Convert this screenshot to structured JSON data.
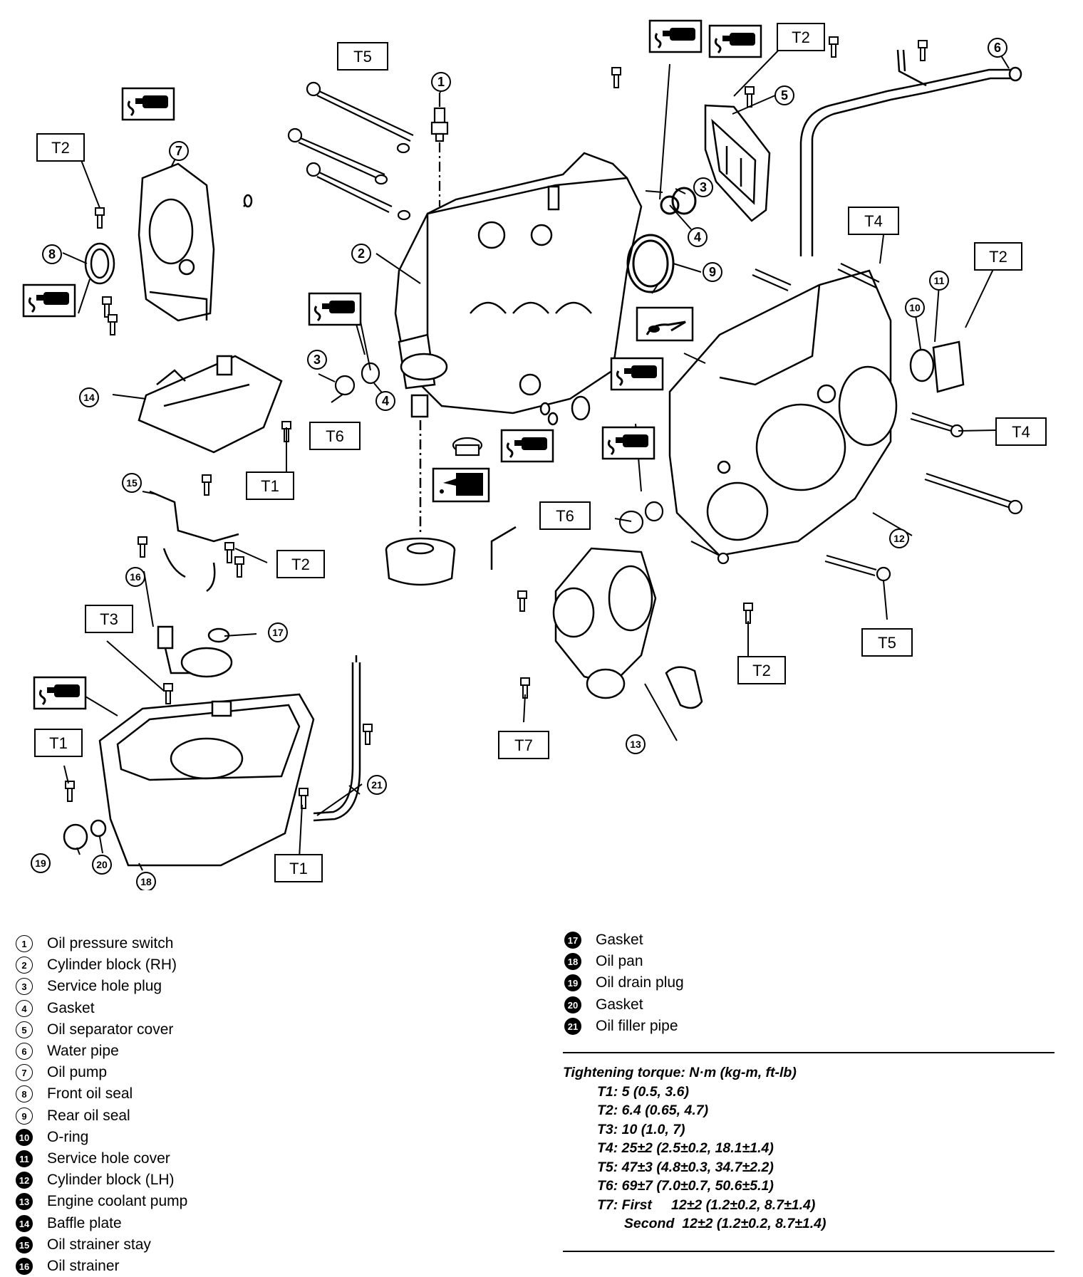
{
  "callouts": {
    "c1": "1",
    "c2": "2",
    "c3a": "3",
    "c3b": "3",
    "c4a": "4",
    "c4b": "4",
    "c5": "5",
    "c6": "6",
    "c7": "7",
    "c8": "8",
    "c9": "9",
    "c10": "10",
    "c11": "11",
    "c12": "12",
    "c13": "13",
    "c14": "14",
    "c15": "15",
    "c16": "16",
    "c17": "17",
    "c18": "18",
    "c19": "19",
    "c20": "20",
    "c21": "21"
  },
  "torque_boxes": {
    "t5_top": "T5",
    "t2_top": "T2",
    "t2_left": "T2",
    "t4_top": "T4",
    "t2_right": "T2",
    "t6_left": "T6",
    "t4_right": "T4",
    "t1_mid": "T1",
    "t6_mid": "T6",
    "t2_mid": "T2",
    "t3": "T3",
    "t1_left": "T1",
    "t1_bottom": "T1",
    "t7": "T7",
    "t2_bottom": "T2",
    "t5_bottom": "T5"
  },
  "legend_left": [
    {
      "num": "1",
      "label": "Oil pressure switch"
    },
    {
      "num": "2",
      "label": "Cylinder block (RH)"
    },
    {
      "num": "3",
      "label": "Service hole plug"
    },
    {
      "num": "4",
      "label": "Gasket"
    },
    {
      "num": "5",
      "label": "Oil separator cover"
    },
    {
      "num": "6",
      "label": "Water pipe"
    },
    {
      "num": "7",
      "label": "Oil pump"
    },
    {
      "num": "8",
      "label": "Front oil seal"
    },
    {
      "num": "9",
      "label": "Rear oil seal"
    },
    {
      "num": "10",
      "label": "O-ring"
    },
    {
      "num": "11",
      "label": "Service hole cover"
    },
    {
      "num": "12",
      "label": "Cylinder block (LH)"
    },
    {
      "num": "13",
      "label": "Engine coolant pump"
    },
    {
      "num": "14",
      "label": "Baffle plate"
    },
    {
      "num": "15",
      "label": "Oil strainer stay"
    },
    {
      "num": "16",
      "label": "Oil strainer"
    }
  ],
  "legend_right": [
    {
      "num": "17",
      "label": "Gasket"
    },
    {
      "num": "18",
      "label": "Oil pan"
    },
    {
      "num": "19",
      "label": "Oil drain plug"
    },
    {
      "num": "20",
      "label": "Gasket"
    },
    {
      "num": "21",
      "label": "Oil filler pipe"
    }
  ],
  "torque": {
    "heading": "Tightening torque: N·m (kg-m, ft-lb)",
    "rows": [
      "T1: 5 (0.5, 3.6)",
      "T2: 6.4 (0.65, 4.7)",
      "T3: 10 (1.0, 7)",
      "T4: 25±2 (2.5±0.2, 18.1±1.4)",
      "T5: 47±3 (4.8±0.3, 34.7±2.2)",
      "T6: 69±7 (7.0±0.7, 50.6±5.1)",
      "T7: First     12±2 (1.2±0.2, 8.7±1.4)",
      "       Second  12±2 (1.2±0.2, 8.7±1.4)"
    ]
  }
}
